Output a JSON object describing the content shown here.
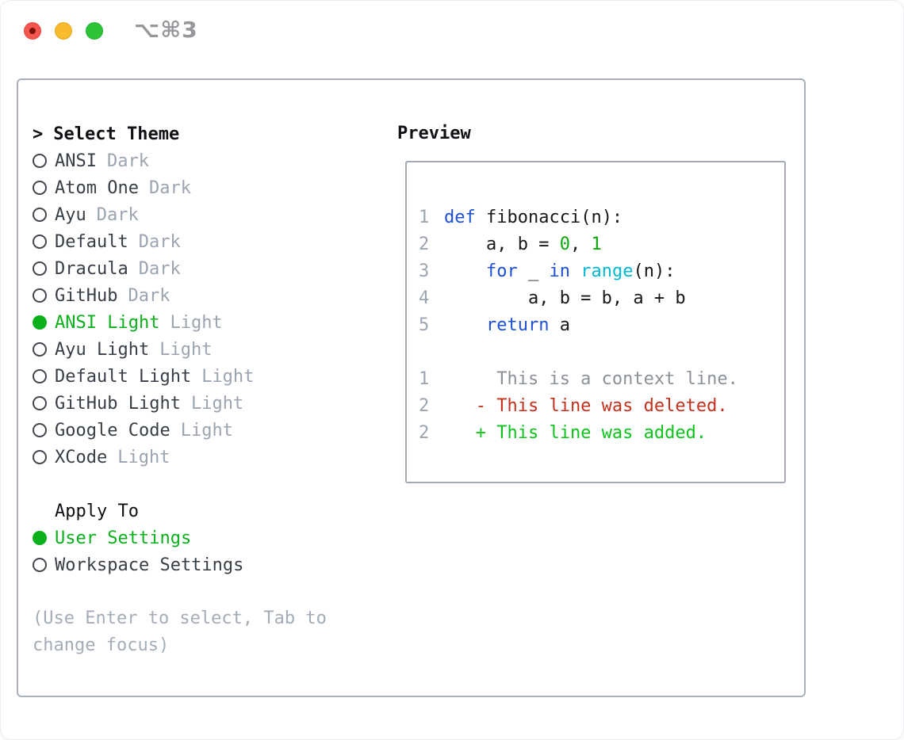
{
  "window": {
    "hotkey_label": "⌥⌘3",
    "traffic_lights": [
      "close",
      "minimize",
      "zoom"
    ]
  },
  "theme_panel": {
    "title_prompt": ">",
    "title": "Select Theme",
    "themes": [
      {
        "name": "ANSI",
        "variant": "Dark",
        "selected": false
      },
      {
        "name": "Atom One",
        "variant": "Dark",
        "selected": false
      },
      {
        "name": "Ayu",
        "variant": "Dark",
        "selected": false
      },
      {
        "name": "Default",
        "variant": "Dark",
        "selected": false
      },
      {
        "name": "Dracula",
        "variant": "Dark",
        "selected": false
      },
      {
        "name": "GitHub",
        "variant": "Dark",
        "selected": false
      },
      {
        "name": "ANSI Light",
        "variant": "Light",
        "selected": true
      },
      {
        "name": "Ayu Light",
        "variant": "Light",
        "selected": false
      },
      {
        "name": "Default Light",
        "variant": "Light",
        "selected": false
      },
      {
        "name": "GitHub Light",
        "variant": "Light",
        "selected": false
      },
      {
        "name": "Google Code",
        "variant": "Light",
        "selected": false
      },
      {
        "name": "XCode",
        "variant": "Light",
        "selected": false
      }
    ],
    "apply_title": "Apply To",
    "apply_options": [
      {
        "label": "User Settings",
        "selected": true
      },
      {
        "label": "Workspace Settings",
        "selected": false
      }
    ],
    "hint": "(Use Enter to select, Tab to change focus)"
  },
  "preview": {
    "title": "Preview",
    "lines": [
      {
        "num": "1",
        "tokens": [
          {
            "t": "def",
            "c": "keyword"
          },
          {
            "t": " fibonacci(n):",
            "c": "plain"
          }
        ]
      },
      {
        "num": "2",
        "tokens": [
          {
            "t": "    a, b = ",
            "c": "plain"
          },
          {
            "t": "0",
            "c": "number"
          },
          {
            "t": ", ",
            "c": "plain"
          },
          {
            "t": "1",
            "c": "number"
          }
        ]
      },
      {
        "num": "3",
        "tokens": [
          {
            "t": "    ",
            "c": "plain"
          },
          {
            "t": "for",
            "c": "keyword"
          },
          {
            "t": " _ ",
            "c": "plain"
          },
          {
            "t": "in",
            "c": "keyword"
          },
          {
            "t": " ",
            "c": "plain"
          },
          {
            "t": "range",
            "c": "builtin"
          },
          {
            "t": "(n):",
            "c": "plain"
          }
        ]
      },
      {
        "num": "4",
        "tokens": [
          {
            "t": "        a, b = b, a + b",
            "c": "plain"
          }
        ]
      },
      {
        "num": "5",
        "tokens": [
          {
            "t": "    ",
            "c": "plain"
          },
          {
            "t": "return",
            "c": "keyword"
          },
          {
            "t": " a",
            "c": "plain"
          }
        ]
      },
      {
        "num": "",
        "tokens": []
      },
      {
        "num": "1",
        "tokens": [
          {
            "t": "     This is a context line.",
            "c": "context"
          }
        ]
      },
      {
        "num": "2",
        "tokens": [
          {
            "t": "   - This line was deleted.",
            "c": "deleted"
          }
        ]
      },
      {
        "num": "2",
        "tokens": [
          {
            "t": "   + This line was added.",
            "c": "added"
          }
        ]
      }
    ]
  },
  "colors": {
    "selection_green": "#0cb01c",
    "added_green": "#0cc41c",
    "deleted_red": "#c5301c",
    "keyword_blue": "#1d4fd7",
    "builtin_cyan": "#00b7d4",
    "number_green": "#0aa80a",
    "context_gray": "#8b9199",
    "muted_gray": "#9ba4b0"
  }
}
